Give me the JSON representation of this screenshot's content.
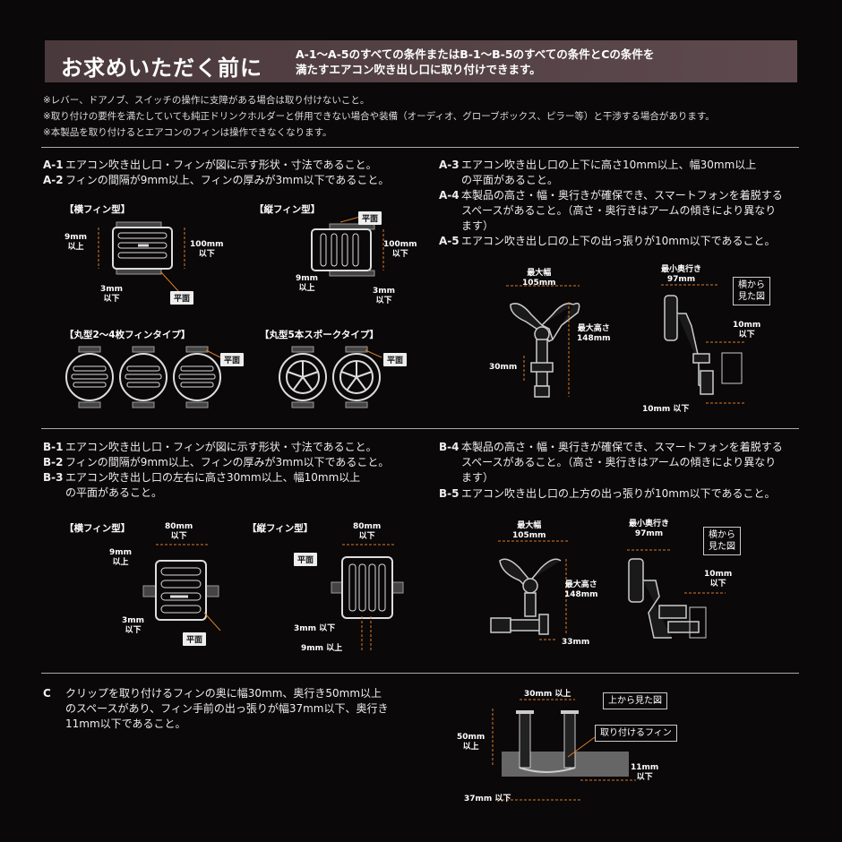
{
  "header": {
    "title": "お求めいただく前に",
    "text_line1": "A-1〜A-5のすべての条件またはB-1〜B-5のすべての条件とCの条件を",
    "text_line2": "満たすエアコン吹き出し口に取り付けできます。"
  },
  "notes": [
    "※レバー、ドアノブ、スイッチの操作に支障がある場合は取り付けないこと。",
    "※取り付けの要件を満たしていても純正ドリンクホルダーと併用できない場合や装備（オーディオ、グローブボックス、ピラー等）と干渉する場合があります。",
    "※本製品を取り付けるとエアコンのフィンは操作できなくなります。"
  ],
  "section_a": {
    "conditions": [
      {
        "id": "A-1",
        "text": "エアコン吹き出し口・フィンが図に示す形状・寸法であること。"
      },
      {
        "id": "A-2",
        "text": "フィンの間隔が9mm以上、フィンの厚みが3mm以下であること。"
      },
      {
        "id": "A-3",
        "text": "エアコン吹き出し口の上下に高さ10mm以上、幅30mm以上",
        "cont": "の平面があること。"
      },
      {
        "id": "A-4",
        "text": "本製品の高さ・幅・奥行きが確保でき、スマートフォンを着脱する",
        "cont": "スペースがあること。（高さ・奥行きはアームの傾きにより異なり",
        "cont2": "ます）"
      },
      {
        "id": "A-5",
        "text": "エアコン吹き出し口の上下の出っ張りが10mm以下であること。"
      }
    ],
    "fig_labels": {
      "horizontal": "【横フィン型】",
      "vertical": "【縦フィン型】",
      "round": "【丸型2〜4枚フィンタイプ】",
      "spoke": "【丸型5本スポークタイプ】"
    },
    "dims": {
      "gap": "9mm\n以上",
      "height": "100mm\n以下",
      "thick": "3mm\n以下",
      "flat": "平面",
      "max_width": "最大幅\n105mm",
      "max_height": "最大高さ\n148mm",
      "h30": "30mm",
      "min_depth": "最小奥行き\n97mm",
      "side_view": "横から\n見た図",
      "p10a": "10mm\n以下",
      "p10b": "10mm 以下"
    }
  },
  "section_b": {
    "conditions": [
      {
        "id": "B-1",
        "text": "エアコン吹き出し口・フィンが図に示す形状・寸法であること。"
      },
      {
        "id": "B-2",
        "text": "フィンの間隔が9mm以上、フィンの厚みが3mm以下であること。"
      },
      {
        "id": "B-3",
        "text": "エアコン吹き出し口の左右に高さ30mm以上、幅10mm以上",
        "cont": "の平面があること。"
      },
      {
        "id": "B-4",
        "text": "本製品の高さ・幅・奥行きが確保でき、スマートフォンを着脱する",
        "cont": "スペースがあること。（高さ・奥行きはアームの傾きにより異なり",
        "cont2": "ます）"
      },
      {
        "id": "B-5",
        "text": "エアコン吹き出し口の上方の出っ張りが10mm以下であること。"
      }
    ],
    "fig_labels": {
      "horizontal": "【横フィン型】",
      "vertical": "【縦フィン型】"
    },
    "dims": {
      "w80": "80mm\n以下",
      "gap": "9mm\n以上",
      "thick": "3mm\n以下",
      "flat": "平面",
      "thick_inline": "3mm 以下",
      "gap_inline": "9mm 以上",
      "max_width": "最大幅\n105mm",
      "max_height": "最大高さ\n148mm",
      "w33": "33mm",
      "min_depth": "最小奥行き\n97mm",
      "side_view": "横から\n見た図",
      "p10": "10mm\n以下"
    }
  },
  "section_c": {
    "id": "C",
    "line1": "クリップを取り付けるフィンの奥に幅30mm、奥行き50mm以上",
    "line2": "のスペースがあり、フィン手前の出っ張りが幅37mm以下、奥行き",
    "line3": "11mm以下であること。",
    "dims": {
      "w30": "30mm 以上",
      "top_view": "上から見た図",
      "fin": "取り付けるフィン",
      "d50": "50mm\n以上",
      "d11": "11mm\n以下",
      "w37": "37mm 以下"
    }
  },
  "colors": {
    "accent": "#d97a2b",
    "banner": "#5a474b",
    "background": "#0a0808"
  }
}
